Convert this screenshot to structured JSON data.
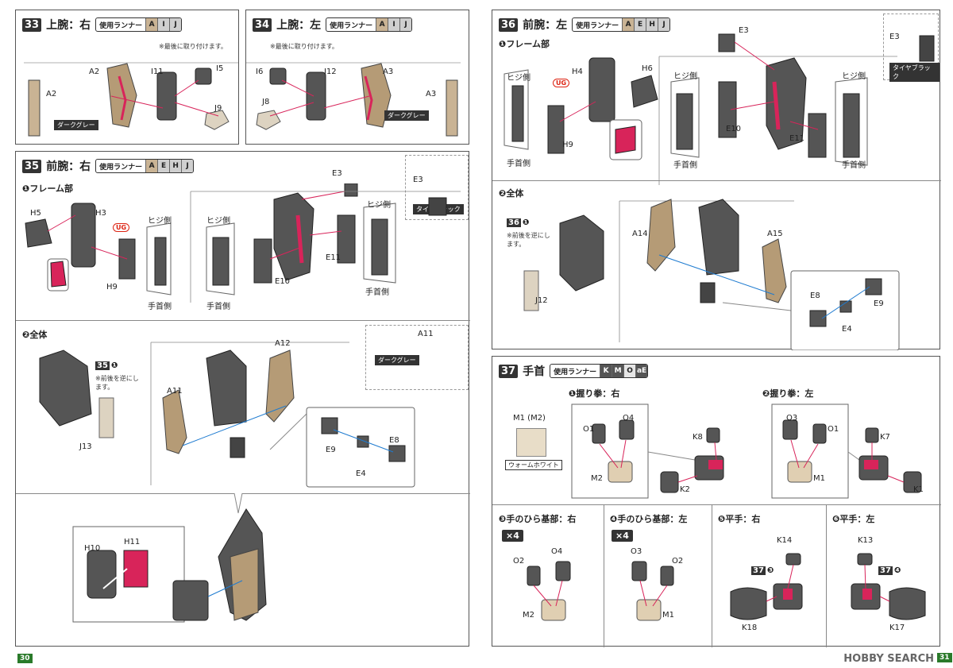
{
  "runner_label": "使用ランナー",
  "step33": {
    "num": "33",
    "title": "上腕：右",
    "runners": [
      "A",
      "I",
      "J"
    ],
    "note": "※最後に取り付けます。",
    "parts": {
      "a2": "A2",
      "i11": "I11",
      "i5": "I5",
      "j9": "J9",
      "a2b": "A2"
    },
    "color_tag": "ダークグレー"
  },
  "step34": {
    "num": "34",
    "title": "上腕：左",
    "runners": [
      "A",
      "I",
      "J"
    ],
    "note": "※最後に取り付けます。",
    "parts": {
      "i6": "I6",
      "i12": "I12",
      "a3": "A3",
      "j8": "J8",
      "a3b": "A3"
    },
    "color_tag": "ダークグレー"
  },
  "step35": {
    "num": "35",
    "title": "前腕：右",
    "runners": [
      "A",
      "E",
      "H",
      "J"
    ],
    "sub1": "❶フレーム部",
    "sub2": "❷全体",
    "parts": {
      "h5": "H5",
      "h3": "H3",
      "h9": "H9",
      "e3": "E3",
      "e10": "E10",
      "e11": "E11",
      "e3b": "E3",
      "j13": "J13",
      "a11": "A11",
      "a12": "A12",
      "e9": "E9",
      "e8": "E8",
      "e4": "E4",
      "h10": "H10",
      "h11": "H11",
      "a11b": "A11"
    },
    "ug": "UG",
    "hiji": "ヒジ側",
    "tekubi": "手首側",
    "color_tag_black": "タイヤブラック",
    "color_tag_gray": "ダークグレー",
    "ref_num": "35",
    "ref_sub": "❶",
    "ref_note": "※前後を逆にします。"
  },
  "step36": {
    "num": "36",
    "title": "前腕：左",
    "runners": [
      "A",
      "E",
      "H",
      "J"
    ],
    "sub1": "❶フレーム部",
    "sub2": "❷全体",
    "parts": {
      "e3": "E3",
      "h4": "H4",
      "h6": "H6",
      "h9": "H9",
      "e10": "E10",
      "e11": "E11",
      "e3b": "E3",
      "a14": "A14",
      "a15": "A15",
      "j12": "J12",
      "e8": "E8",
      "e9": "E9",
      "e4": "E4"
    },
    "ug": "UG",
    "hiji": "ヒジ側",
    "tekubi": "手首側",
    "color_tag_black": "タイヤブラック",
    "ref_num": "36",
    "ref_sub": "❶",
    "ref_note": "※前後を逆にします。"
  },
  "step37": {
    "num": "37",
    "title": "手首",
    "runners": [
      "K",
      "M",
      "O",
      "aE"
    ],
    "m_parts": "M1 (M2)",
    "color_tag": "ウォームホワイト",
    "sub1": "❶握り拳：右",
    "sub2": "❷握り拳：左",
    "sub3": "❸手のひら基部：右",
    "sub4": "❹手のひら基部：左",
    "sub5": "❺平手：右",
    "sub6": "❻平手：左",
    "x4": "×4",
    "p1": {
      "o1": "O1",
      "o4": "O4",
      "m2": "M2",
      "k8": "K8",
      "k2": "K2"
    },
    "p2": {
      "o3": "O3",
      "o1": "O1",
      "m1": "M1",
      "k7": "K7",
      "k1": "K1"
    },
    "p3": {
      "o2": "O2",
      "o4": "O4",
      "m2": "M2"
    },
    "p4": {
      "o3": "O3",
      "o2": "O2",
      "m1": "M1"
    },
    "p5": {
      "k14": "K14",
      "k18": "K18",
      "ref": "37",
      "refsub": "❸"
    },
    "p6": {
      "k13": "K13",
      "k17": "K17",
      "ref": "37",
      "refsub": "❹"
    }
  },
  "page_left": "30",
  "page_right": "31",
  "logo": "HOBBY SEARCH"
}
